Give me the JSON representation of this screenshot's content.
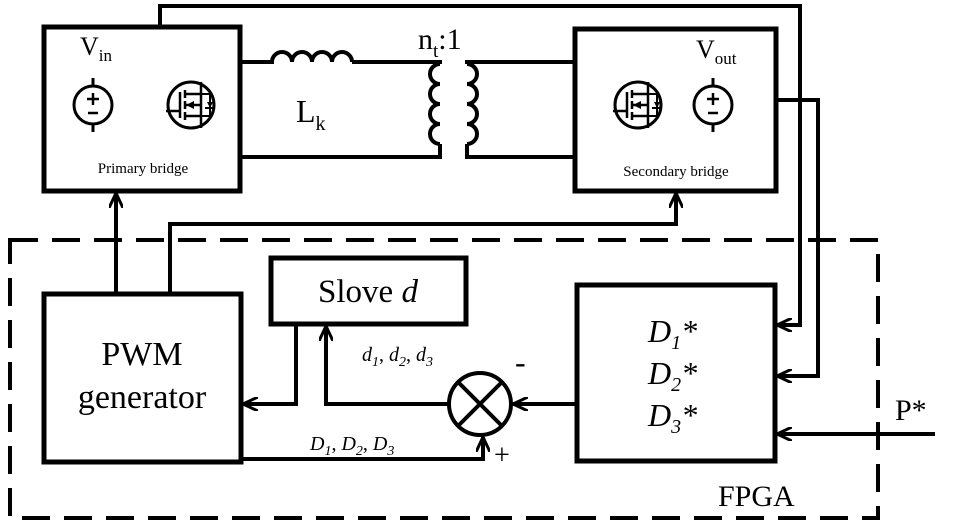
{
  "primary": {
    "vin_main": "V",
    "vin_sub": "in",
    "caption": "Primary bridge"
  },
  "secondary": {
    "vout_main": "V",
    "vout_sub": "out",
    "caption": "Secondary bridge"
  },
  "inductor": {
    "main": "L",
    "sub": "k"
  },
  "transformer": {
    "main": "n",
    "sub": "t",
    "ratio": ":1"
  },
  "pwm": {
    "line1": "PWM",
    "line2": "generator"
  },
  "solve": {
    "main": "Slove ",
    "var": "d"
  },
  "duties": {
    "main": [
      "D",
      "D",
      "D"
    ],
    "sub": [
      "1",
      "2",
      "3"
    ],
    "star": "*"
  },
  "signals": {
    "small_d": {
      "letter": "d",
      "subs": [
        "1",
        "2",
        "3"
      ],
      "sep": ", "
    },
    "big_d": {
      "letter": "D",
      "subs": [
        "1",
        "2",
        "3"
      ],
      "sep": ", "
    }
  },
  "summer": {
    "minus": "-",
    "plus": "+"
  },
  "reference": "P*",
  "fpga_label": "FPGA"
}
